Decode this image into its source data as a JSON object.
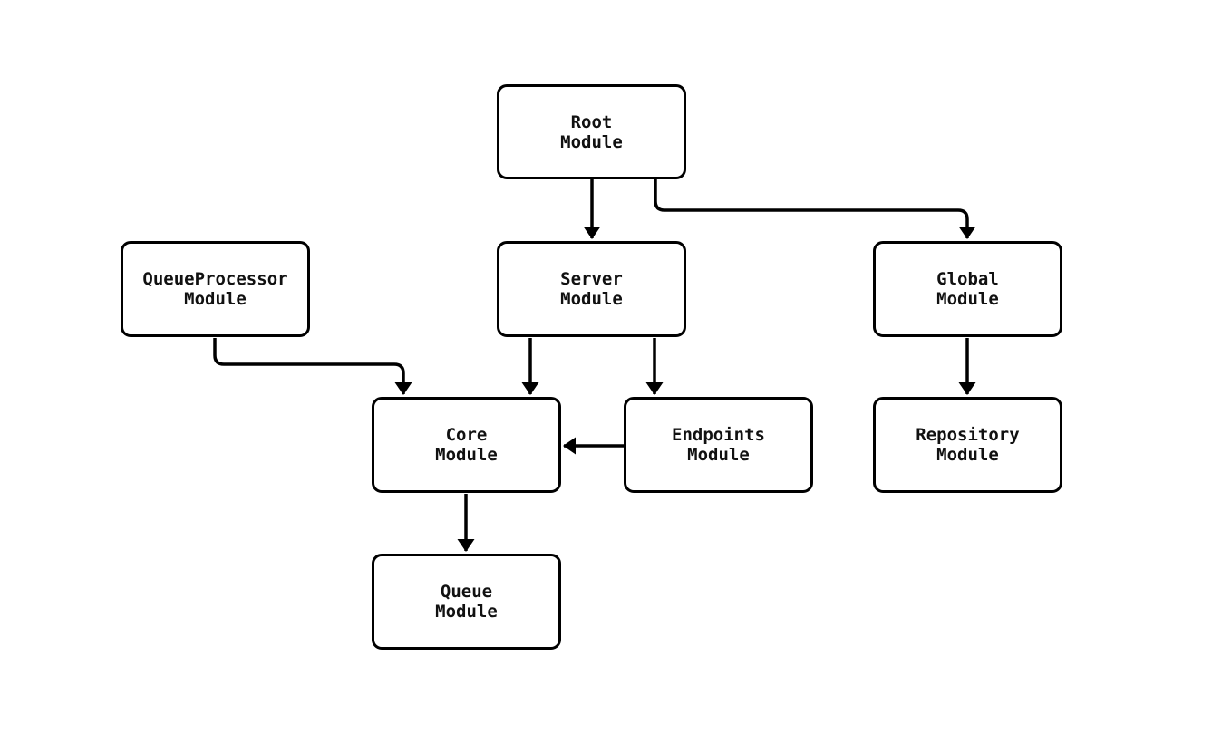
{
  "diagram": {
    "type": "module-dependency-flowchart",
    "background_color": "#ffffff",
    "node_fill_color": "#ffffff",
    "node_border_color": "#000000",
    "edge_color": "#000000",
    "nodes": {
      "root": {
        "label": "Root\nModule"
      },
      "queueprocessor": {
        "label": "QueueProcessor\nModule"
      },
      "server": {
        "label": "Server\nModule"
      },
      "global": {
        "label": "Global\nModule"
      },
      "core": {
        "label": "Core\nModule"
      },
      "endpoints": {
        "label": "Endpoints\nModule"
      },
      "repository": {
        "label": "Repository\nModule"
      },
      "queue": {
        "label": "Queue\nModule"
      }
    },
    "edges": [
      {
        "from": "Root Module",
        "to": "Server Module"
      },
      {
        "from": "Root Module",
        "to": "Global Module"
      },
      {
        "from": "QueueProcessor Module",
        "to": "Core Module"
      },
      {
        "from": "Server Module",
        "to": "Core Module"
      },
      {
        "from": "Server Module",
        "to": "Endpoints Module"
      },
      {
        "from": "Endpoints Module",
        "to": "Core Module"
      },
      {
        "from": "Global Module",
        "to": "Repository Module"
      },
      {
        "from": "Core Module",
        "to": "Queue Module"
      }
    ]
  }
}
